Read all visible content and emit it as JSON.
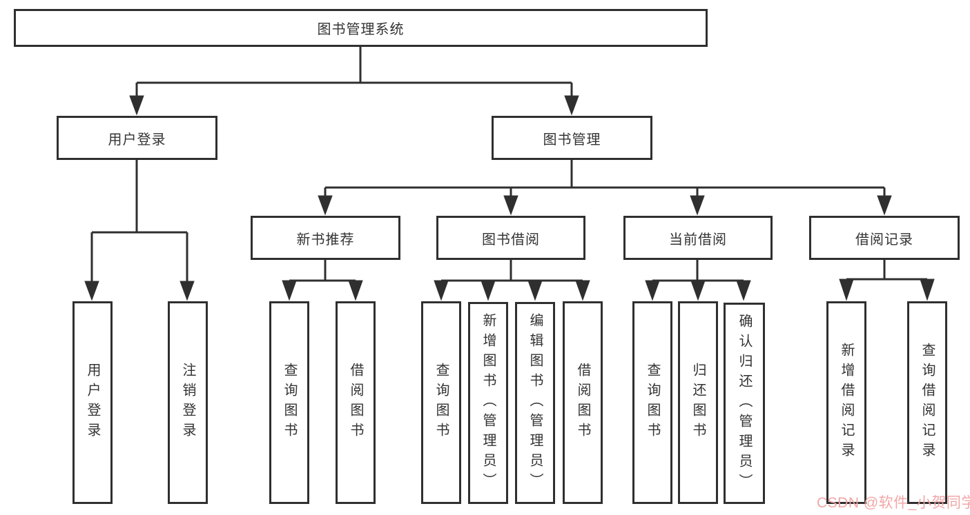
{
  "tree": {
    "root": {
      "label": "图书管理系统"
    },
    "branches": [
      {
        "label": "用户登录",
        "children": [
          {
            "label": "用户登录"
          },
          {
            "label": "注销登录"
          }
        ]
      },
      {
        "label": "图书管理",
        "groups": [
          {
            "label": "新书推荐",
            "children": [
              {
                "label": "查询图书"
              },
              {
                "label": "借阅图书"
              }
            ]
          },
          {
            "label": "图书借阅",
            "children": [
              {
                "label": "查询图书"
              },
              {
                "label": "新增图书（管理员）"
              },
              {
                "label": "编辑图书（管理员）"
              },
              {
                "label": "借阅图书"
              }
            ]
          },
          {
            "label": "当前借阅",
            "children": [
              {
                "label": "查询图书"
              },
              {
                "label": "归还图书"
              },
              {
                "label": "确认归还（管理员）"
              }
            ]
          },
          {
            "label": "借阅记录",
            "children": [
              {
                "label": "新增借阅记录"
              },
              {
                "label": "查询借阅记录"
              }
            ]
          }
        ]
      }
    ]
  },
  "watermark": {
    "text": "CSDN @软件_小贺同学"
  },
  "colors": {
    "line": "#2f2f2f",
    "text": "#333333",
    "box_background": "#ffffff",
    "background": "#ffffff",
    "watermark": "#f1a2a2"
  }
}
